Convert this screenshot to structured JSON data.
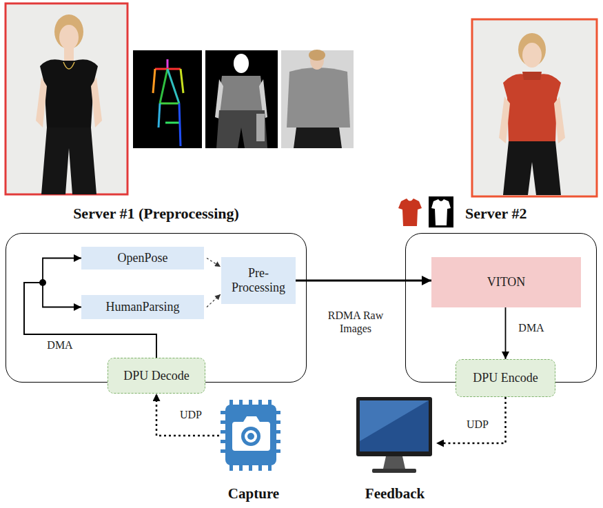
{
  "diagram": {
    "nodes": [
      {
        "text": [
          "Server #1 (Preprocessing)"
        ]
      },
      {
        "text": [
          "OpenPose"
        ],
        "in": 0
      },
      {
        "text": [
          "HumanParsing"
        ],
        "in": 0
      },
      {
        "text": [
          "Pre- Processing"
        ],
        "in": 0
      },
      {
        "text": [
          "DPU Decode"
        ],
        "in": 0
      },
      {
        "text": [
          "Server #2"
        ]
      },
      {
        "text": [
          "VITON"
        ],
        "in": 5
      },
      {
        "text": [
          "DPU Encode"
        ],
        "in": 5
      },
      {
        "text": [
          "Capture"
        ]
      },
      {
        "text": [
          "Feedback"
        ]
      }
    ],
    "edges": [
      {
        "from": 4,
        "to": 1,
        "arrow": "to",
        "label": "DMA"
      },
      {
        "from": 4,
        "to": 2,
        "arrow": "to"
      },
      {
        "from": 1,
        "to": 3,
        "arrow": "to"
      },
      {
        "from": 2,
        "to": 3,
        "arrow": "to"
      },
      {
        "from": 3,
        "to": 6,
        "arrow": "to",
        "label": "RDMA Raw Images"
      },
      {
        "from": 6,
        "to": 7,
        "arrow": "to",
        "label": "DMA"
      },
      {
        "from": 8,
        "to": 4,
        "arrow": "to",
        "label": "UDP"
      },
      {
        "from": 7,
        "to": 9,
        "arrow": "to",
        "label": "UDP"
      }
    ]
  }
}
